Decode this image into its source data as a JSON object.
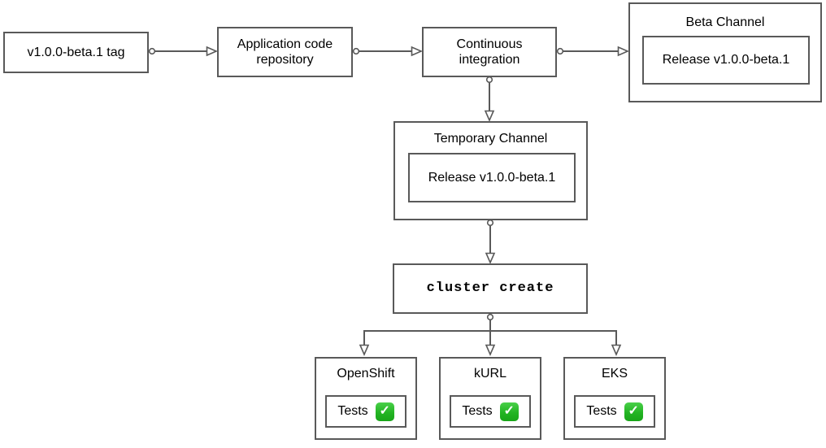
{
  "diagram": {
    "nodes": {
      "tag": {
        "label": "v1.0.0-beta.1 tag"
      },
      "app_repo": {
        "label": "Application code repository"
      },
      "ci": {
        "label": "Continuous integration"
      },
      "beta_channel": {
        "label": "Beta Channel",
        "release_label": "Release v1.0.0-beta.1"
      },
      "temp_channel": {
        "label": "Temporary Channel",
        "release_label": "Release v1.0.0-beta.1"
      },
      "cluster_create": {
        "label": "cluster create"
      }
    },
    "clusters": [
      {
        "label": "OpenShift",
        "tests_label": "Tests",
        "status": "passed"
      },
      {
        "label": "kURL",
        "tests_label": "Tests",
        "status": "passed"
      },
      {
        "label": "EKS",
        "tests_label": "Tests",
        "status": "passed"
      }
    ],
    "icons": {
      "check": "✓"
    },
    "edges": [
      {
        "from": "v1.0.0-beta.1 tag",
        "to": "Application code repository"
      },
      {
        "from": "Application code repository",
        "to": "Continuous integration"
      },
      {
        "from": "Continuous integration",
        "to": "Beta Channel"
      },
      {
        "from": "Continuous integration",
        "to": "Temporary Channel"
      },
      {
        "from": "Temporary Channel",
        "to": "cluster create"
      },
      {
        "from": "cluster create",
        "to": "OpenShift"
      },
      {
        "from": "cluster create",
        "to": "kURL"
      },
      {
        "from": "cluster create",
        "to": "EKS"
      }
    ],
    "colors": {
      "border": "#595959",
      "connector": "#595959",
      "text": "#000000",
      "check_green": "#23b423",
      "background": "#ffffff"
    }
  }
}
